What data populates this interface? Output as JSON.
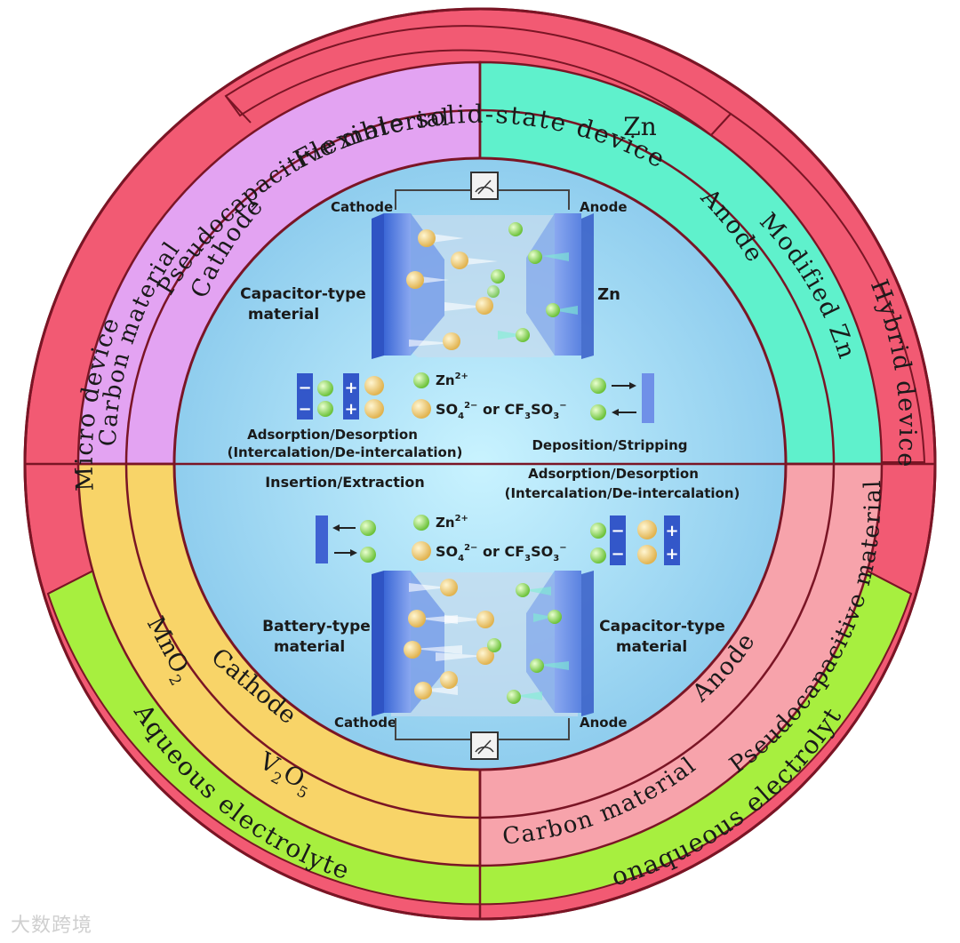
{
  "colors": {
    "outer_red": "#f25a73",
    "cathode_violet": "#e3a3f2",
    "zn_teal": "#5ff1cc",
    "aq_green": "#a7ef3f",
    "cathode_yellow": "#f8d468",
    "anode_pink": "#f7a3ab",
    "core_blue": "#9fd9f3",
    "divider": "#8c1c2a"
  },
  "rings": {
    "outer_top": "Flexible  solid-state  device",
    "outer_left": "Micro device",
    "outer_right": "Hybrid device",
    "outer_bottom_left": "Aqueous electrolyte",
    "outer_bottom_right": "Nonaqueous electrolyte",
    "tl_middle_top": "Pseudocapacitive material",
    "tl_middle_left": "Carbon material",
    "tl_inner": "Cathode",
    "tr_middle_top": "Zn",
    "tr_middle_right": "Modified Zn",
    "tr_inner": "Anode",
    "bl_middle_a": "MnO",
    "bl_middle_a_sub": "2",
    "bl_middle_b1": "V",
    "bl_middle_b1_sub": "2",
    "bl_middle_b2": "O",
    "bl_middle_b2_sub": "5",
    "bl_inner": "Cathode",
    "br_middle_a": "Pseudocapacitive material",
    "br_middle_b": "Carbon material",
    "br_inner": "Anode"
  },
  "top_cell": {
    "cathode_label": "Cathode",
    "anode_label": "Anode",
    "left_material_1": "Capacitor-type",
    "left_material_2": "material",
    "right_material": "Zn",
    "mech_left_1": "Adsorption/Desorption",
    "mech_left_2": "(Intercalation/De-intercalation)",
    "mech_right": "Deposition/Stripping",
    "plus": "+",
    "minus": "−"
  },
  "bottom_cell": {
    "cathode_label": "Cathode",
    "anode_label": "Anode",
    "left_material_1": "Battery-type",
    "left_material_2": "material",
    "right_material_1": "Capacitor-type",
    "right_material_2": "material",
    "mech_left": "Insertion/Extraction",
    "mech_right_1": "Adsorption/Desorption",
    "mech_right_2": "(Intercalation/De-intercalation)"
  },
  "legend": {
    "zn_ion": "Zn",
    "zn_charge": "2+",
    "anion_a": "SO",
    "anion_a_sub": "4",
    "anion_a_sup": "2−",
    "or": " or ",
    "anion_b": "CF",
    "anion_b_sub1": "3",
    "anion_b_mid": "SO",
    "anion_b_sub2": "3",
    "anion_b_sup": "−"
  },
  "watermark": "大数跨境"
}
